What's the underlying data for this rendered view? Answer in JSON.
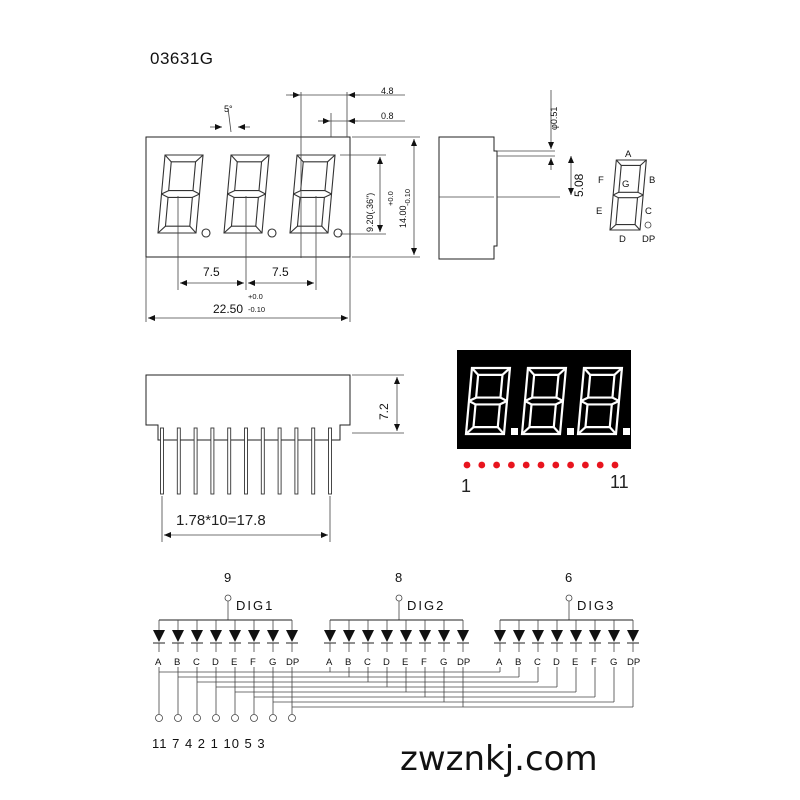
{
  "part_number": "03631G",
  "front_view": {
    "angle_label": "5°",
    "dim_4_8": "4.8",
    "dim_0_8": "0.8",
    "digit_height": "9.20(.36\")",
    "height_tol_plus": "+0.0",
    "height_tol_minus": "-0.10",
    "height": "14.00",
    "pitch_1": "7.5",
    "pitch_2": "7.5",
    "width": "22.50",
    "width_tol_plus": "+0.0",
    "width_tol_minus": "-0.10"
  },
  "side_view": {
    "pin_diameter": "φ0.51",
    "pin_offset": "5.08"
  },
  "segment_map": {
    "labels": [
      "A",
      "B",
      "C",
      "D",
      "E",
      "F",
      "G",
      "DP"
    ]
  },
  "bottom_view": {
    "depth": "7.2",
    "pin_pitch": "1.78*10=17.8"
  },
  "photo": {
    "pin_first": "1",
    "pin_last": "11",
    "pin_count": 11,
    "display_color": "#000000",
    "pin_dot_color": "#e8141e"
  },
  "schematic": {
    "digits": [
      {
        "common_pin": "9",
        "label": "DIG1"
      },
      {
        "common_pin": "8",
        "label": "DIG2"
      },
      {
        "common_pin": "6",
        "label": "DIG3"
      }
    ],
    "segment_labels": [
      "A",
      "B",
      "C",
      "D",
      "E",
      "F",
      "G",
      "DP"
    ],
    "segment_pins": [
      "11",
      "7",
      "4",
      "2",
      "1",
      "10",
      "5",
      "3"
    ]
  },
  "watermark": "zwznkj.com"
}
